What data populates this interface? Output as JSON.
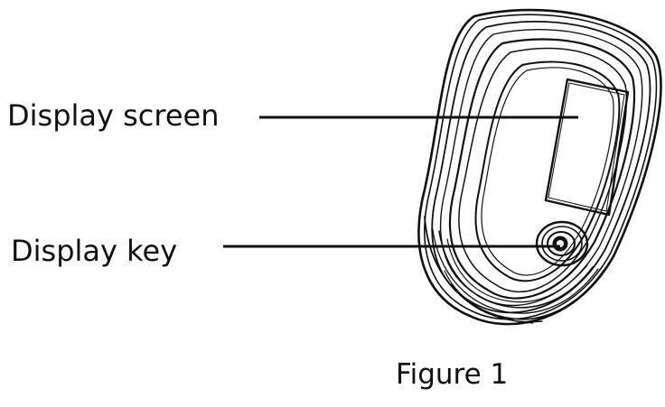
{
  "labels": {
    "display_screen": "Display screen",
    "display_key": "Display key"
  },
  "caption": "Figure 1",
  "colors": {
    "ink": "#111111",
    "background": "#ffffff"
  }
}
